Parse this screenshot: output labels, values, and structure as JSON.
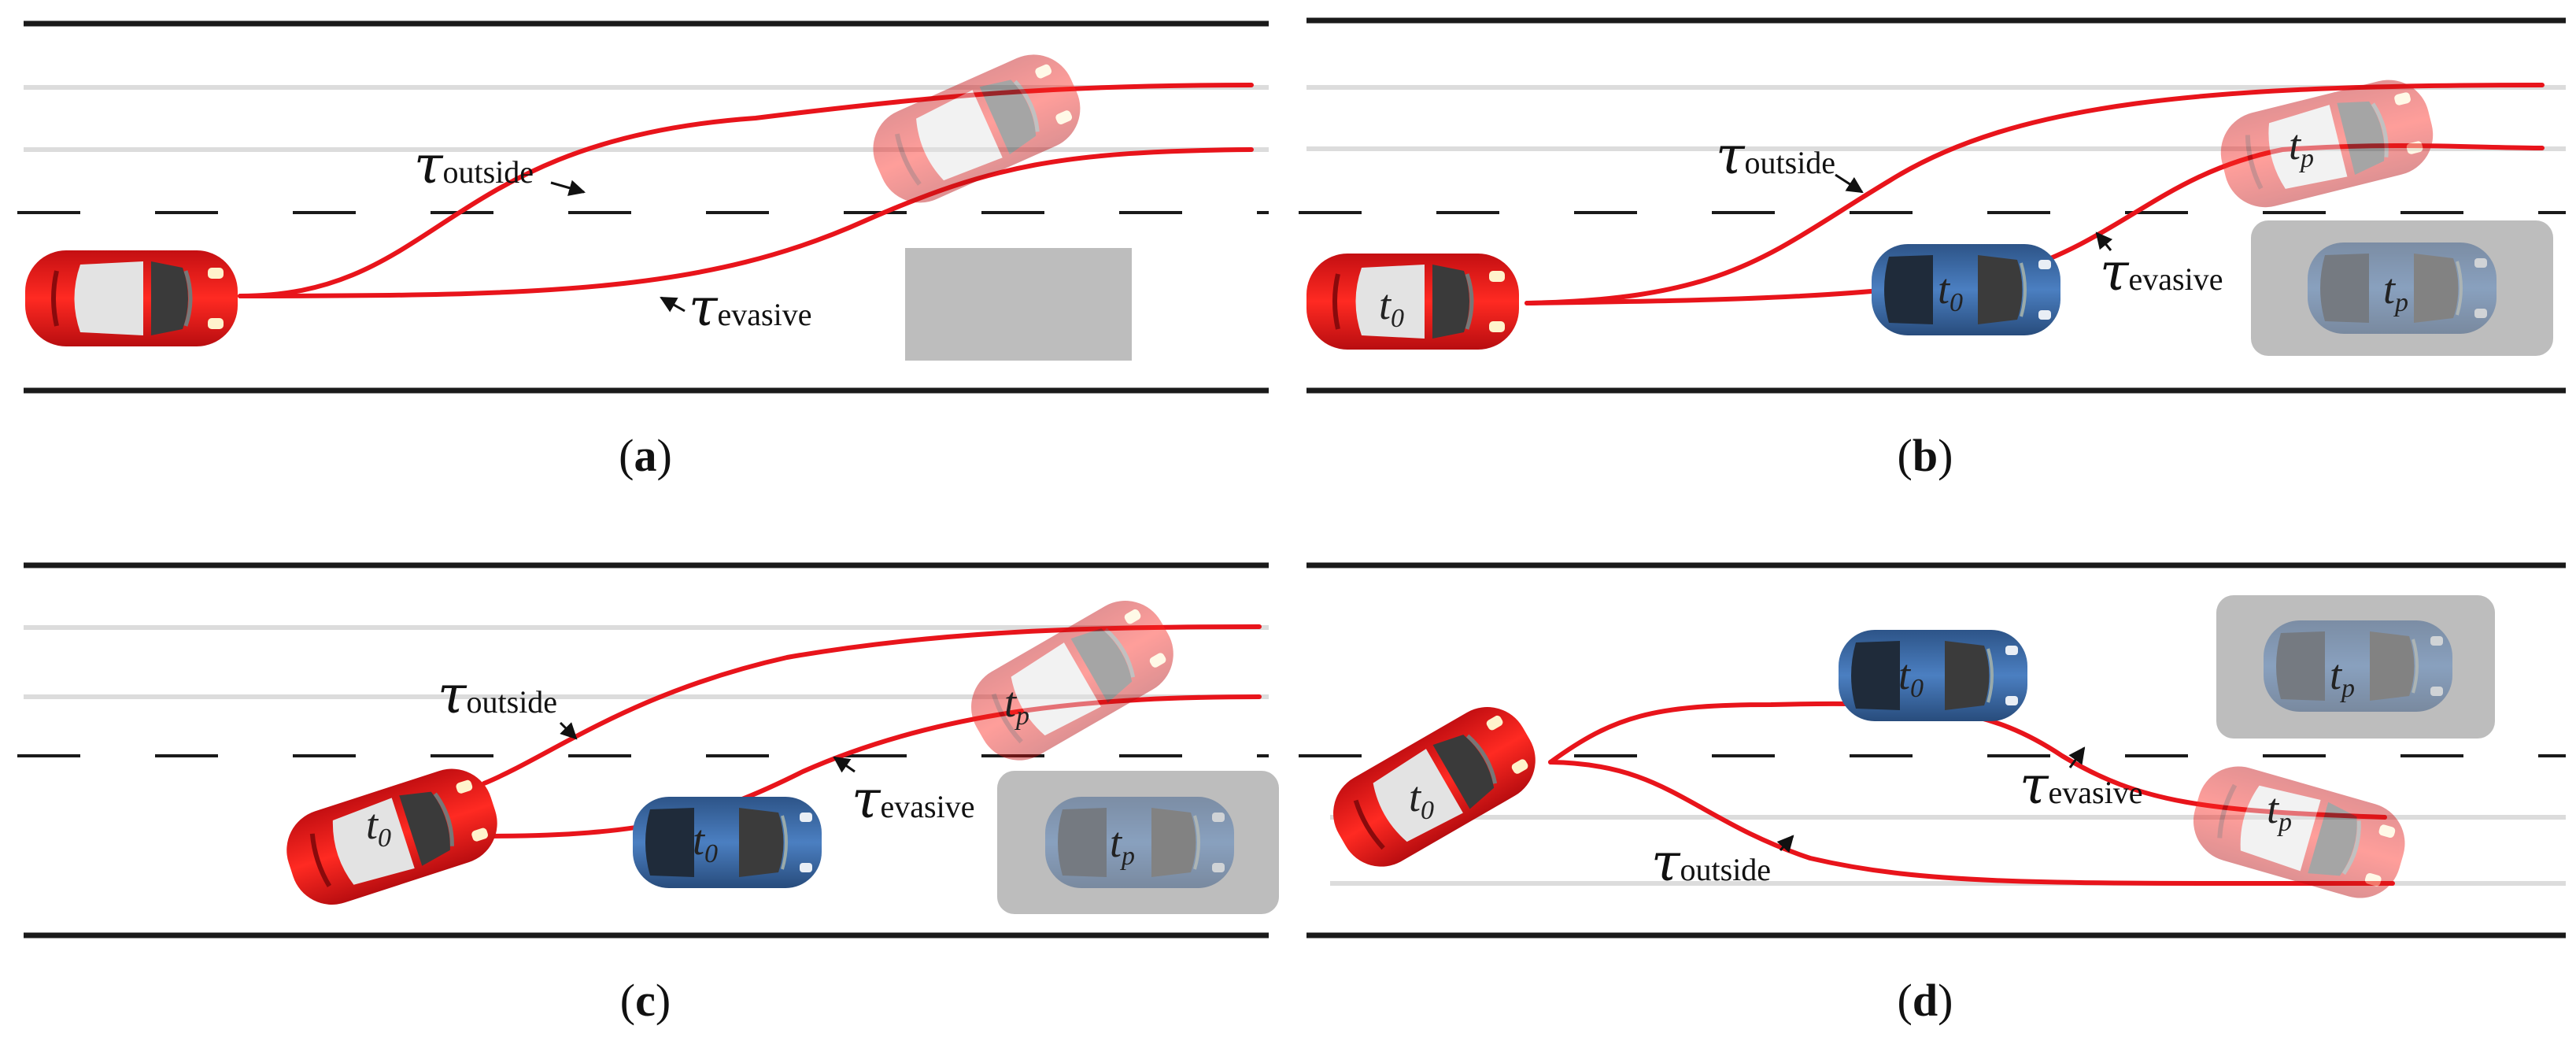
{
  "panels": [
    {
      "caption_open": "(",
      "caption_letter": "a",
      "caption_close": ")",
      "tau_outside": {
        "sym": "τ",
        "sub": "outside"
      },
      "tau_evasive": {
        "sym": "τ",
        "sub": "evasive"
      }
    },
    {
      "caption_open": "(",
      "caption_letter": "b",
      "caption_close": ")",
      "tau_outside": {
        "sym": "τ",
        "sub": "outside"
      },
      "tau_evasive": {
        "sym": "τ",
        "sub": "evasive"
      },
      "ego_t0": {
        "t": "t",
        "s": "0"
      },
      "ego_tp": {
        "t": "t",
        "s": "p"
      },
      "blue_t0": {
        "t": "t",
        "s": "0"
      },
      "blue_tp": {
        "t": "t",
        "s": "p"
      }
    },
    {
      "caption_open": "(",
      "caption_letter": "c",
      "caption_close": ")",
      "tau_outside": {
        "sym": "τ",
        "sub": "outside"
      },
      "tau_evasive": {
        "sym": "τ",
        "sub": "evasive"
      },
      "ego_t0": {
        "t": "t",
        "s": "0"
      },
      "ego_tp": {
        "t": "t",
        "s": "p"
      },
      "blue_t0": {
        "t": "t",
        "s": "0"
      },
      "blue_tp": {
        "t": "t",
        "s": "p"
      }
    },
    {
      "caption_open": "(",
      "caption_letter": "d",
      "caption_close": ")",
      "tau_outside": {
        "sym": "τ",
        "sub": "outside"
      },
      "tau_evasive": {
        "sym": "τ",
        "sub": "evasive"
      },
      "ego_t0": {
        "t": "t",
        "s": "0"
      },
      "ego_tp": {
        "t": "t",
        "s": "p"
      },
      "blue_t0": {
        "t": "t",
        "s": "0"
      },
      "blue_tp": {
        "t": "t",
        "s": "p"
      }
    }
  ],
  "colors": {
    "ego_car": "#e11a1a",
    "ego_car_future": "#f39a9a",
    "other_car": "#3f6fae",
    "obstacle_gray": "#bdbdbd",
    "trajectory": "#e8141b",
    "road_edge": "#1a1a1a",
    "lane_line": "#dcdcdc"
  }
}
